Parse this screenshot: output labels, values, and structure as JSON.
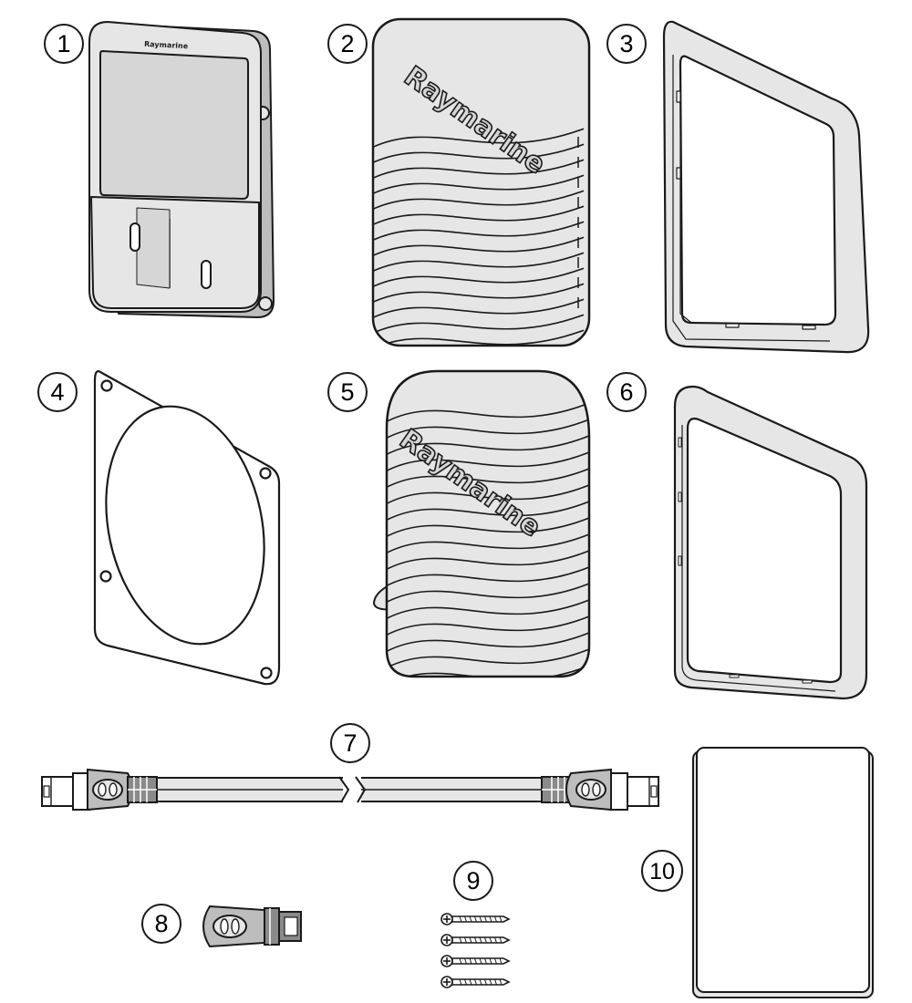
{
  "colors": {
    "line": "#1a1a1a",
    "body_gray": "#e6e6e6",
    "screen_gray": "#d6d6d6",
    "mid_gray": "#bdbdbd",
    "dark_gray": "#8a8a8a",
    "white": "#ffffff"
  },
  "callouts": [
    "1",
    "2",
    "3",
    "4",
    "5",
    "6",
    "7",
    "8",
    "9",
    "10"
  ],
  "labels": {
    "display_brand": "Raymarine",
    "cover_brand": "Raymarine",
    "sun_cover_brand": "Raymarine"
  },
  "screw_count": 4
}
